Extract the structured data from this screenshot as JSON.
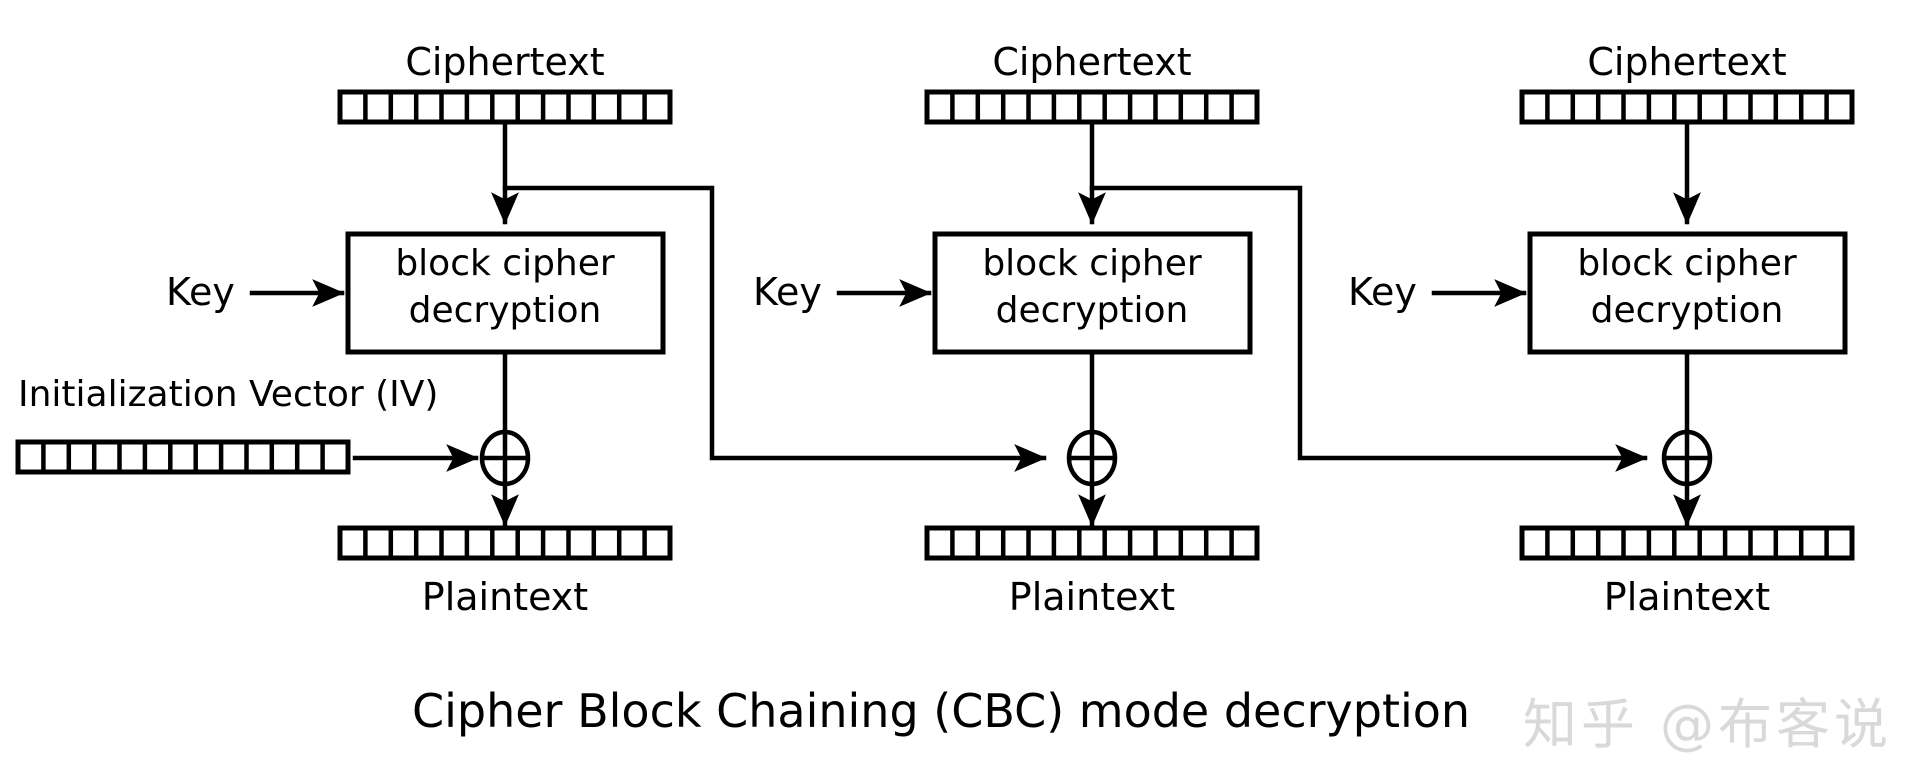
{
  "diagram": {
    "title": "Cipher Block Chaining (CBC) mode decryption",
    "type": "block-diagram",
    "background_color": "#ffffff",
    "line_color": "#000000",
    "block_cells": 13,
    "columns": [
      {
        "index": 1,
        "ciphertext_label": "Ciphertext",
        "key_label": "Key",
        "cipher_box_line1": "block cipher",
        "cipher_box_line2": "decryption",
        "xor_symbol": "⊕",
        "plaintext_label": "Plaintext",
        "iv_label": "Initialization Vector (IV)",
        "has_iv_input": true,
        "has_feedback_out": true,
        "has_feedback_in": false
      },
      {
        "index": 2,
        "ciphertext_label": "Ciphertext",
        "key_label": "Key",
        "cipher_box_line1": "block cipher",
        "cipher_box_line2": "decryption",
        "xor_symbol": "⊕",
        "plaintext_label": "Plaintext",
        "has_iv_input": false,
        "has_feedback_out": true,
        "has_feedback_in": true
      },
      {
        "index": 3,
        "ciphertext_label": "Ciphertext",
        "key_label": "Key",
        "cipher_box_line1": "block cipher",
        "cipher_box_line2": "decryption",
        "xor_symbol": "⊕",
        "plaintext_label": "Plaintext",
        "has_iv_input": false,
        "has_feedback_out": false,
        "has_feedback_in": true
      }
    ]
  },
  "watermark": {
    "text": "知乎 @布客说",
    "color": "#d9d9d9"
  }
}
